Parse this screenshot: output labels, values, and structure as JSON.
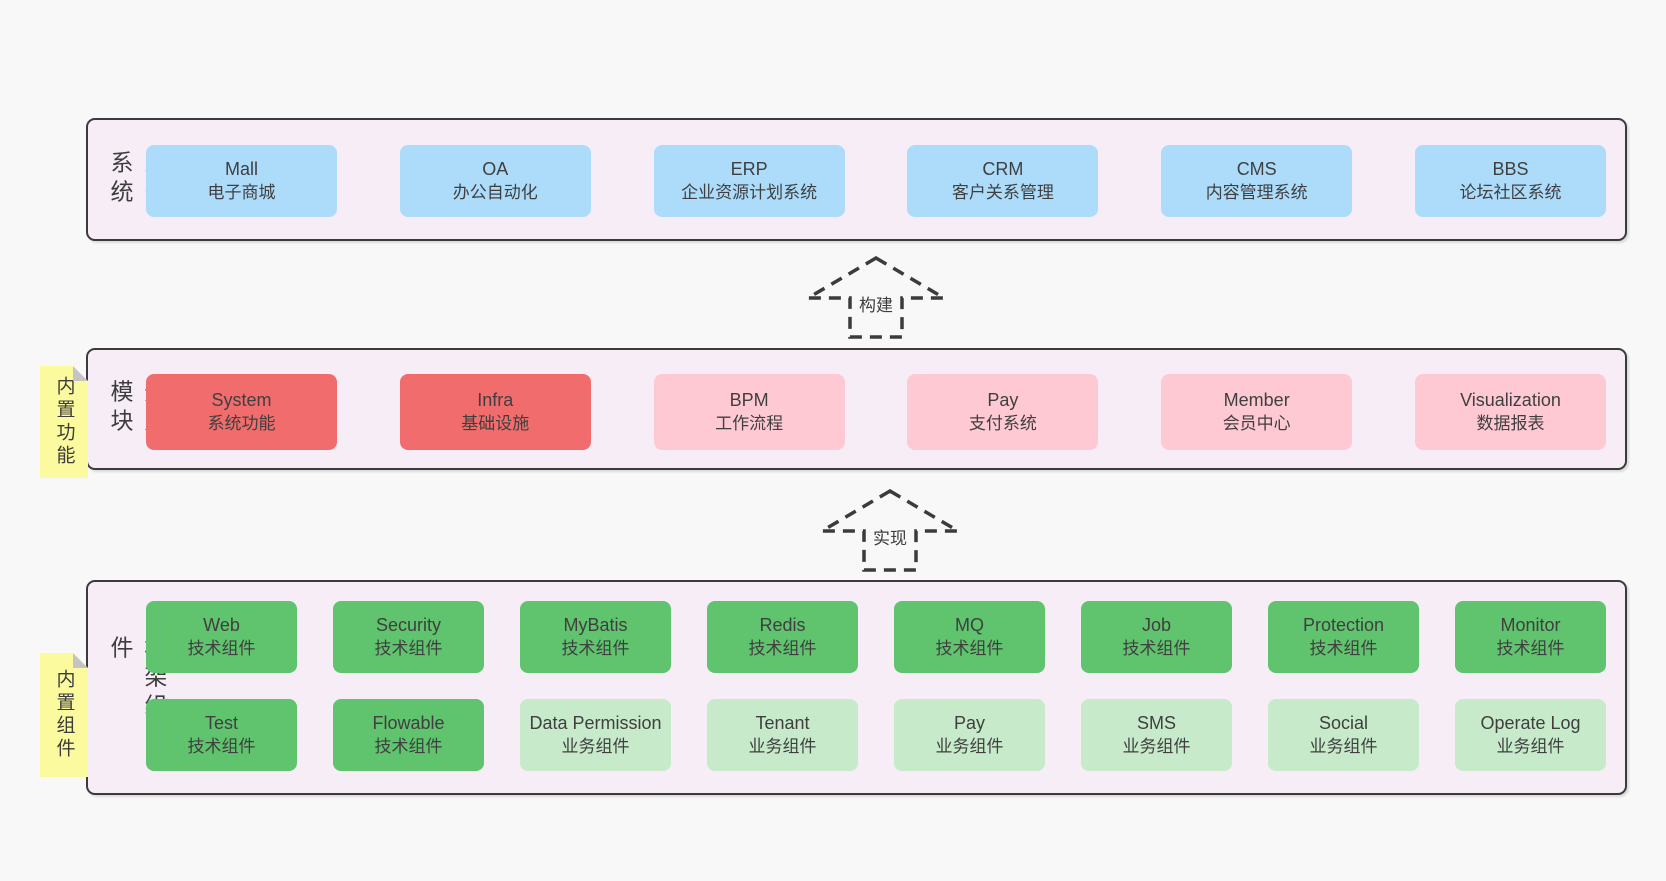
{
  "palette": {
    "page_bg": "#f8f8f8",
    "panel_bg": "#f7edf6",
    "panel_border": "#3b3b3b",
    "blue": "#addcfb",
    "red": "#f16c6c",
    "pink": "#ffc9d3",
    "green": "#60c36e",
    "lightgreen": "#c7eaca",
    "sticky_yellow": "#fbfa9e",
    "text": "#3f3f3f"
  },
  "sections": {
    "business": {
      "side_label": "业务系统",
      "boxes": [
        {
          "title": "Mall",
          "subtitle": "电子商城",
          "variant": "blue"
        },
        {
          "title": "OA",
          "subtitle": "办公自动化",
          "variant": "blue"
        },
        {
          "title": "ERP",
          "subtitle": "企业资源计划系统",
          "variant": "blue"
        },
        {
          "title": "CRM",
          "subtitle": "客户关系管理",
          "variant": "blue"
        },
        {
          "title": "CMS",
          "subtitle": "内容管理系统",
          "variant": "blue"
        },
        {
          "title": "BBS",
          "subtitle": "论坛社区系统",
          "variant": "blue"
        }
      ]
    },
    "modules": {
      "side_label": "通用模块",
      "sticky_note": "内置功能",
      "boxes": [
        {
          "title": "System",
          "subtitle": "系统功能",
          "variant": "red"
        },
        {
          "title": "Infra",
          "subtitle": "基础设施",
          "variant": "red"
        },
        {
          "title": "BPM",
          "subtitle": "工作流程",
          "variant": "pink"
        },
        {
          "title": "Pay",
          "subtitle": "支付系统",
          "variant": "pink"
        },
        {
          "title": "Member",
          "subtitle": "会员中心",
          "variant": "pink"
        },
        {
          "title": "Visualization",
          "subtitle": "数据报表",
          "variant": "pink"
        }
      ]
    },
    "framework": {
      "side_label": "框架组件",
      "sticky_note": "内置组件",
      "rows": [
        [
          {
            "title": "Web",
            "subtitle": "技术组件",
            "variant": "green"
          },
          {
            "title": "Security",
            "subtitle": "技术组件",
            "variant": "green"
          },
          {
            "title": "MyBatis",
            "subtitle": "技术组件",
            "variant": "green"
          },
          {
            "title": "Redis",
            "subtitle": "技术组件",
            "variant": "green"
          },
          {
            "title": "MQ",
            "subtitle": "技术组件",
            "variant": "green"
          },
          {
            "title": "Job",
            "subtitle": "技术组件",
            "variant": "green"
          },
          {
            "title": "Protection",
            "subtitle": "技术组件",
            "variant": "green"
          },
          {
            "title": "Monitor",
            "subtitle": "技术组件",
            "variant": "green"
          }
        ],
        [
          {
            "title": "Test",
            "subtitle": "技术组件",
            "variant": "green"
          },
          {
            "title": "Flowable",
            "subtitle": "技术组件",
            "variant": "green"
          },
          {
            "title": "Data Permission",
            "subtitle": "业务组件",
            "variant": "lightgreen"
          },
          {
            "title": "Tenant",
            "subtitle": "业务组件",
            "variant": "lightgreen"
          },
          {
            "title": "Pay",
            "subtitle": "业务组件",
            "variant": "lightgreen"
          },
          {
            "title": "SMS",
            "subtitle": "业务组件",
            "variant": "lightgreen"
          },
          {
            "title": "Social",
            "subtitle": "业务组件",
            "variant": "lightgreen"
          },
          {
            "title": "Operate Log",
            "subtitle": "业务组件",
            "variant": "lightgreen"
          }
        ]
      ]
    }
  },
  "arrows": [
    {
      "label": "构建"
    },
    {
      "label": "实现"
    }
  ]
}
